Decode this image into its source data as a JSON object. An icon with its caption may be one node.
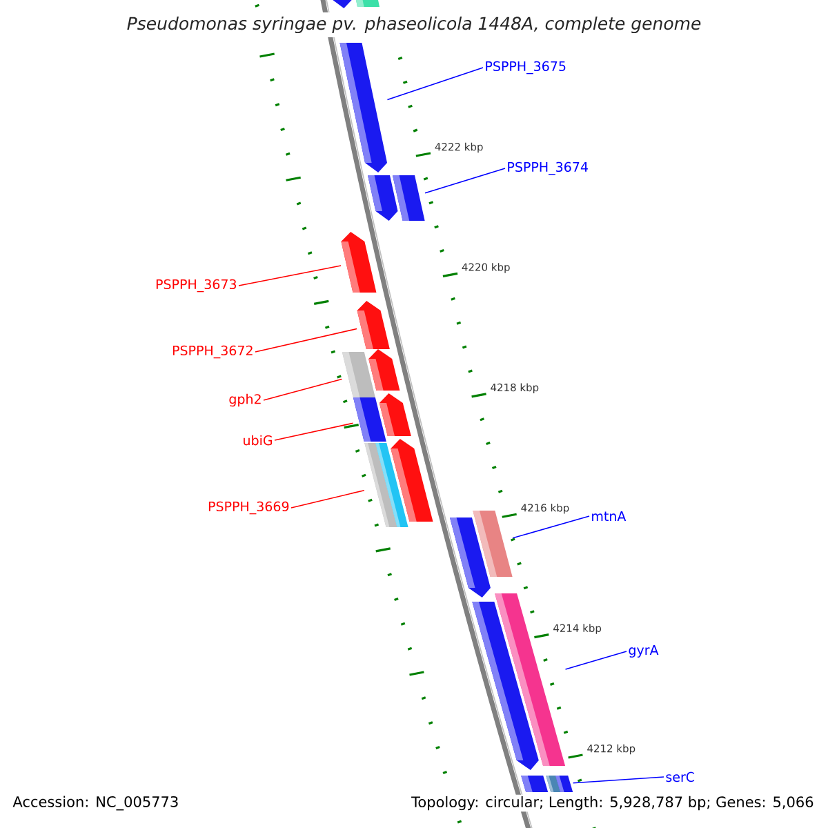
{
  "diagram": {
    "title": "Pseudomonas syringae pv. phaseolicola 1448A, complete genome",
    "nodes": [
      {
        "text": [
          "PSPPH_3675"
        ]
      },
      {
        "text": [
          "PSPPH_3674"
        ]
      },
      {
        "text": [
          "PSPPH_3673"
        ]
      },
      {
        "text": [
          "PSPPH_3672"
        ]
      },
      {
        "text": [
          "gph2"
        ]
      },
      {
        "text": [
          "ubiG"
        ]
      },
      {
        "text": [
          "PSPPH_3669"
        ]
      },
      {
        "text": [
          "mtnA"
        ]
      },
      {
        "text": [
          "gyrA"
        ]
      },
      {
        "text": [
          "serC"
        ]
      },
      {
        "text": [],
        "shape": "arrow"
      },
      {
        "text": [],
        "shape": "box"
      },
      {
        "text": [],
        "shape": "arrow"
      },
      {
        "text": [],
        "shape": "arrow"
      },
      {
        "text": [],
        "shape": "box"
      },
      {
        "text": [],
        "shape": "arrow"
      },
      {
        "text": [],
        "shape": "arrow"
      },
      {
        "text": [],
        "shape": "arrow"
      },
      {
        "text": [],
        "shape": "box"
      },
      {
        "text": [],
        "shape": "arrow"
      },
      {
        "text": [],
        "shape": "box"
      },
      {
        "text": [],
        "shape": "arrow"
      },
      {
        "text": [],
        "shape": "box"
      },
      {
        "text": [],
        "shape": "box"
      },
      {
        "text": [],
        "shape": "arrow"
      },
      {
        "text": [],
        "shape": "box"
      },
      {
        "text": [],
        "shape": "arrow"
      },
      {
        "text": [],
        "shape": "box"
      },
      {
        "text": [],
        "shape": "box"
      }
    ],
    "edges": [
      {
        "from": 0,
        "to": 12,
        "arrow": "none"
      },
      {
        "from": 1,
        "to": 14,
        "arrow": "none"
      },
      {
        "from": 2,
        "to": 15,
        "arrow": "none",
        "color": "#ff0000"
      },
      {
        "from": 3,
        "to": 16,
        "arrow": "none",
        "color": "#ff0000"
      },
      {
        "from": 4,
        "to": 18,
        "arrow": "none",
        "color": "#ff0000"
      },
      {
        "from": 5,
        "to": 20,
        "arrow": "none",
        "color": "#ff0000"
      },
      {
        "from": 6,
        "to": 22,
        "arrow": "none",
        "color": "#ff0000"
      },
      {
        "from": 7,
        "to": 23,
        "arrow": "none"
      },
      {
        "from": 8,
        "to": 25,
        "arrow": "none"
      },
      {
        "from": 9,
        "to": 28,
        "arrow": "none"
      }
    ],
    "labels": [
      "4222 kbp",
      "4220 kbp",
      "4218 kbp",
      "4216 kbp",
      "4214 kbp",
      "4212 kbp",
      "Accession: NC_005773",
      "Topology: circular; Length: 5,928,787 bp; Genes: 5,066"
    ]
  }
}
